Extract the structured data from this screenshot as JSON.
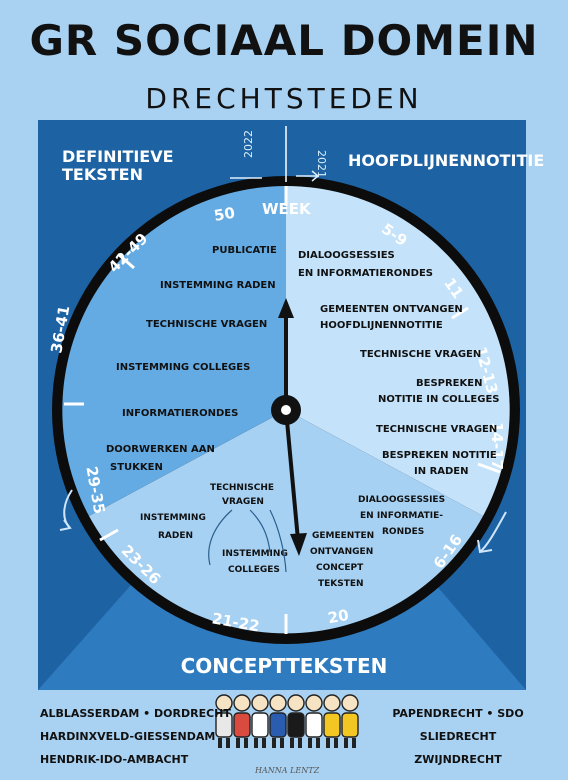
{
  "title": "GR SOCIAAL DOMEIN",
  "subtitle": "DRECHTSTEDEN",
  "corner_left": "DEFINITIEVE TEKSTEN",
  "corner_right": "HOOFDLIJNENNOTITIE",
  "years": {
    "left": "2022",
    "right": "2021"
  },
  "bottom_label": "CONCEPTTEKSTEN",
  "ring_labels": {
    "week": "WEEK",
    "w50": "50",
    "w5_9": "5-9",
    "w11": "11",
    "w12_13": "12-13",
    "w14_17": "14-17",
    "w6_16": "6-16",
    "w20": "20",
    "w21_22": "21-22",
    "w23_26": "23-26",
    "w29_35": "29-35",
    "w36_41": "36-41",
    "w42_49": "42-49"
  },
  "steps_left": {
    "publicatie": "PUBLICATIE",
    "instemming_raden": "INSTEMMING RADEN",
    "technische_vragen": "TECHNISCHE VRAGEN",
    "instemming_colleges": "INSTEMMING COLLEGES",
    "informatierondes": "INFORMATIERONDES",
    "doorwerken_1": "DOORWERKEN AAN",
    "doorwerken_2": "STUKKEN"
  },
  "steps_right": {
    "dialoog_1": "DIALOOGSESSIES",
    "dialoog_2": "EN INFORMATIERONDES",
    "gemeenten_1": "GEMEENTEN ONTVANGEN",
    "gemeenten_2": "HOOFDLIJNENNOTITIE",
    "technische_vragen": "TECHNISCHE VRAGEN",
    "bespreken_1": "BESPREKEN",
    "bespreken_2": "NOTITIE IN COLLEGES",
    "technische_vragen_2": "TECHNISCHE VRAGEN",
    "bespreken_raden_1": "BESPREKEN NOTITIE",
    "bespreken_raden_2": "IN RADEN"
  },
  "steps_bottom": {
    "dialoog_1": "DIALOOGSESSIES",
    "dialoog_2": "EN INFORMATIE-",
    "dialoog_3": "RONDES",
    "gemeenten_1": "GEMEENTEN",
    "gemeenten_2": "ONTVANGEN",
    "gemeenten_3": "CONCEPT",
    "gemeenten_4": "TEKSTEN",
    "tech_1": "TECHNISCHE",
    "tech_2": "VRAGEN",
    "raden_1": "INSTEMMING",
    "raden_2": "RADEN",
    "colleges_1": "INSTEMMING",
    "colleges_2": "COLLEGES"
  },
  "towns_left": [
    "ALBLASSERDAM • DORDRECHT",
    "HARDINXVELD-GIESSENDAM",
    "HENDRIK-IDO-AMBACHT"
  ],
  "towns_right": [
    "PAPENDRECHT • SDO",
    "SLIEDRECHT",
    "ZWIJNDRECHT"
  ],
  "signature": "HANNA LENTZ",
  "colors": {
    "board": "#1d62a3",
    "ring": "#0c0c0c",
    "light": "#bfe0f8",
    "mid": "#5ea7e0",
    "page": "#a9d1f1"
  }
}
